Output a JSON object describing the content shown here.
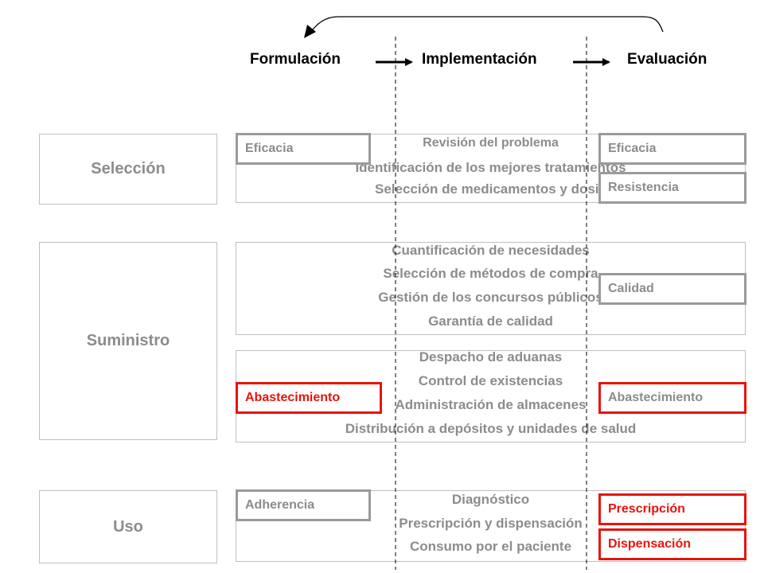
{
  "phases": {
    "formulacion": "Formulación",
    "implementacion": "Implementación",
    "evaluacion": "Evaluación"
  },
  "stages": {
    "seleccion": "Selección",
    "suministro": "Suministro",
    "uso": "Uso"
  },
  "boxes": {
    "seleccion": [
      "Revisión del problema",
      "Identificación de los mejores tratamientos",
      "Selección de medicamentos y dosis"
    ],
    "suministro_compra": [
      "Cuantificación de necesidades",
      "Selección de métodos de compra",
      "Gestión de los concursos públicos",
      "Garantía de calidad"
    ],
    "suministro_distribucion": [
      "Despacho de aduanas",
      "Control de existencias",
      "Administración de almacenes",
      "Distribución a depósitos y unidades de salud"
    ],
    "uso": [
      "Diagnóstico",
      "Prescripción y dispensación",
      "Consumo por el paciente"
    ]
  },
  "tags": {
    "eficacia_left": "Eficacia",
    "eficacia_right": "Eficacia",
    "resistencia": "Resistencia",
    "calidad": "Calidad",
    "abastecimiento_left": "Abastecimiento",
    "abastecimiento_right": "Abastecimiento",
    "adherencia": "Adherencia",
    "prescripcion": "Prescripción",
    "dispensacion": "Dispensación"
  },
  "colors": {
    "highlight": "#e8140c",
    "muted_text": "#8c8c8c",
    "tag_border": "#9a9a9a",
    "box_border": "#bfbfbf"
  }
}
